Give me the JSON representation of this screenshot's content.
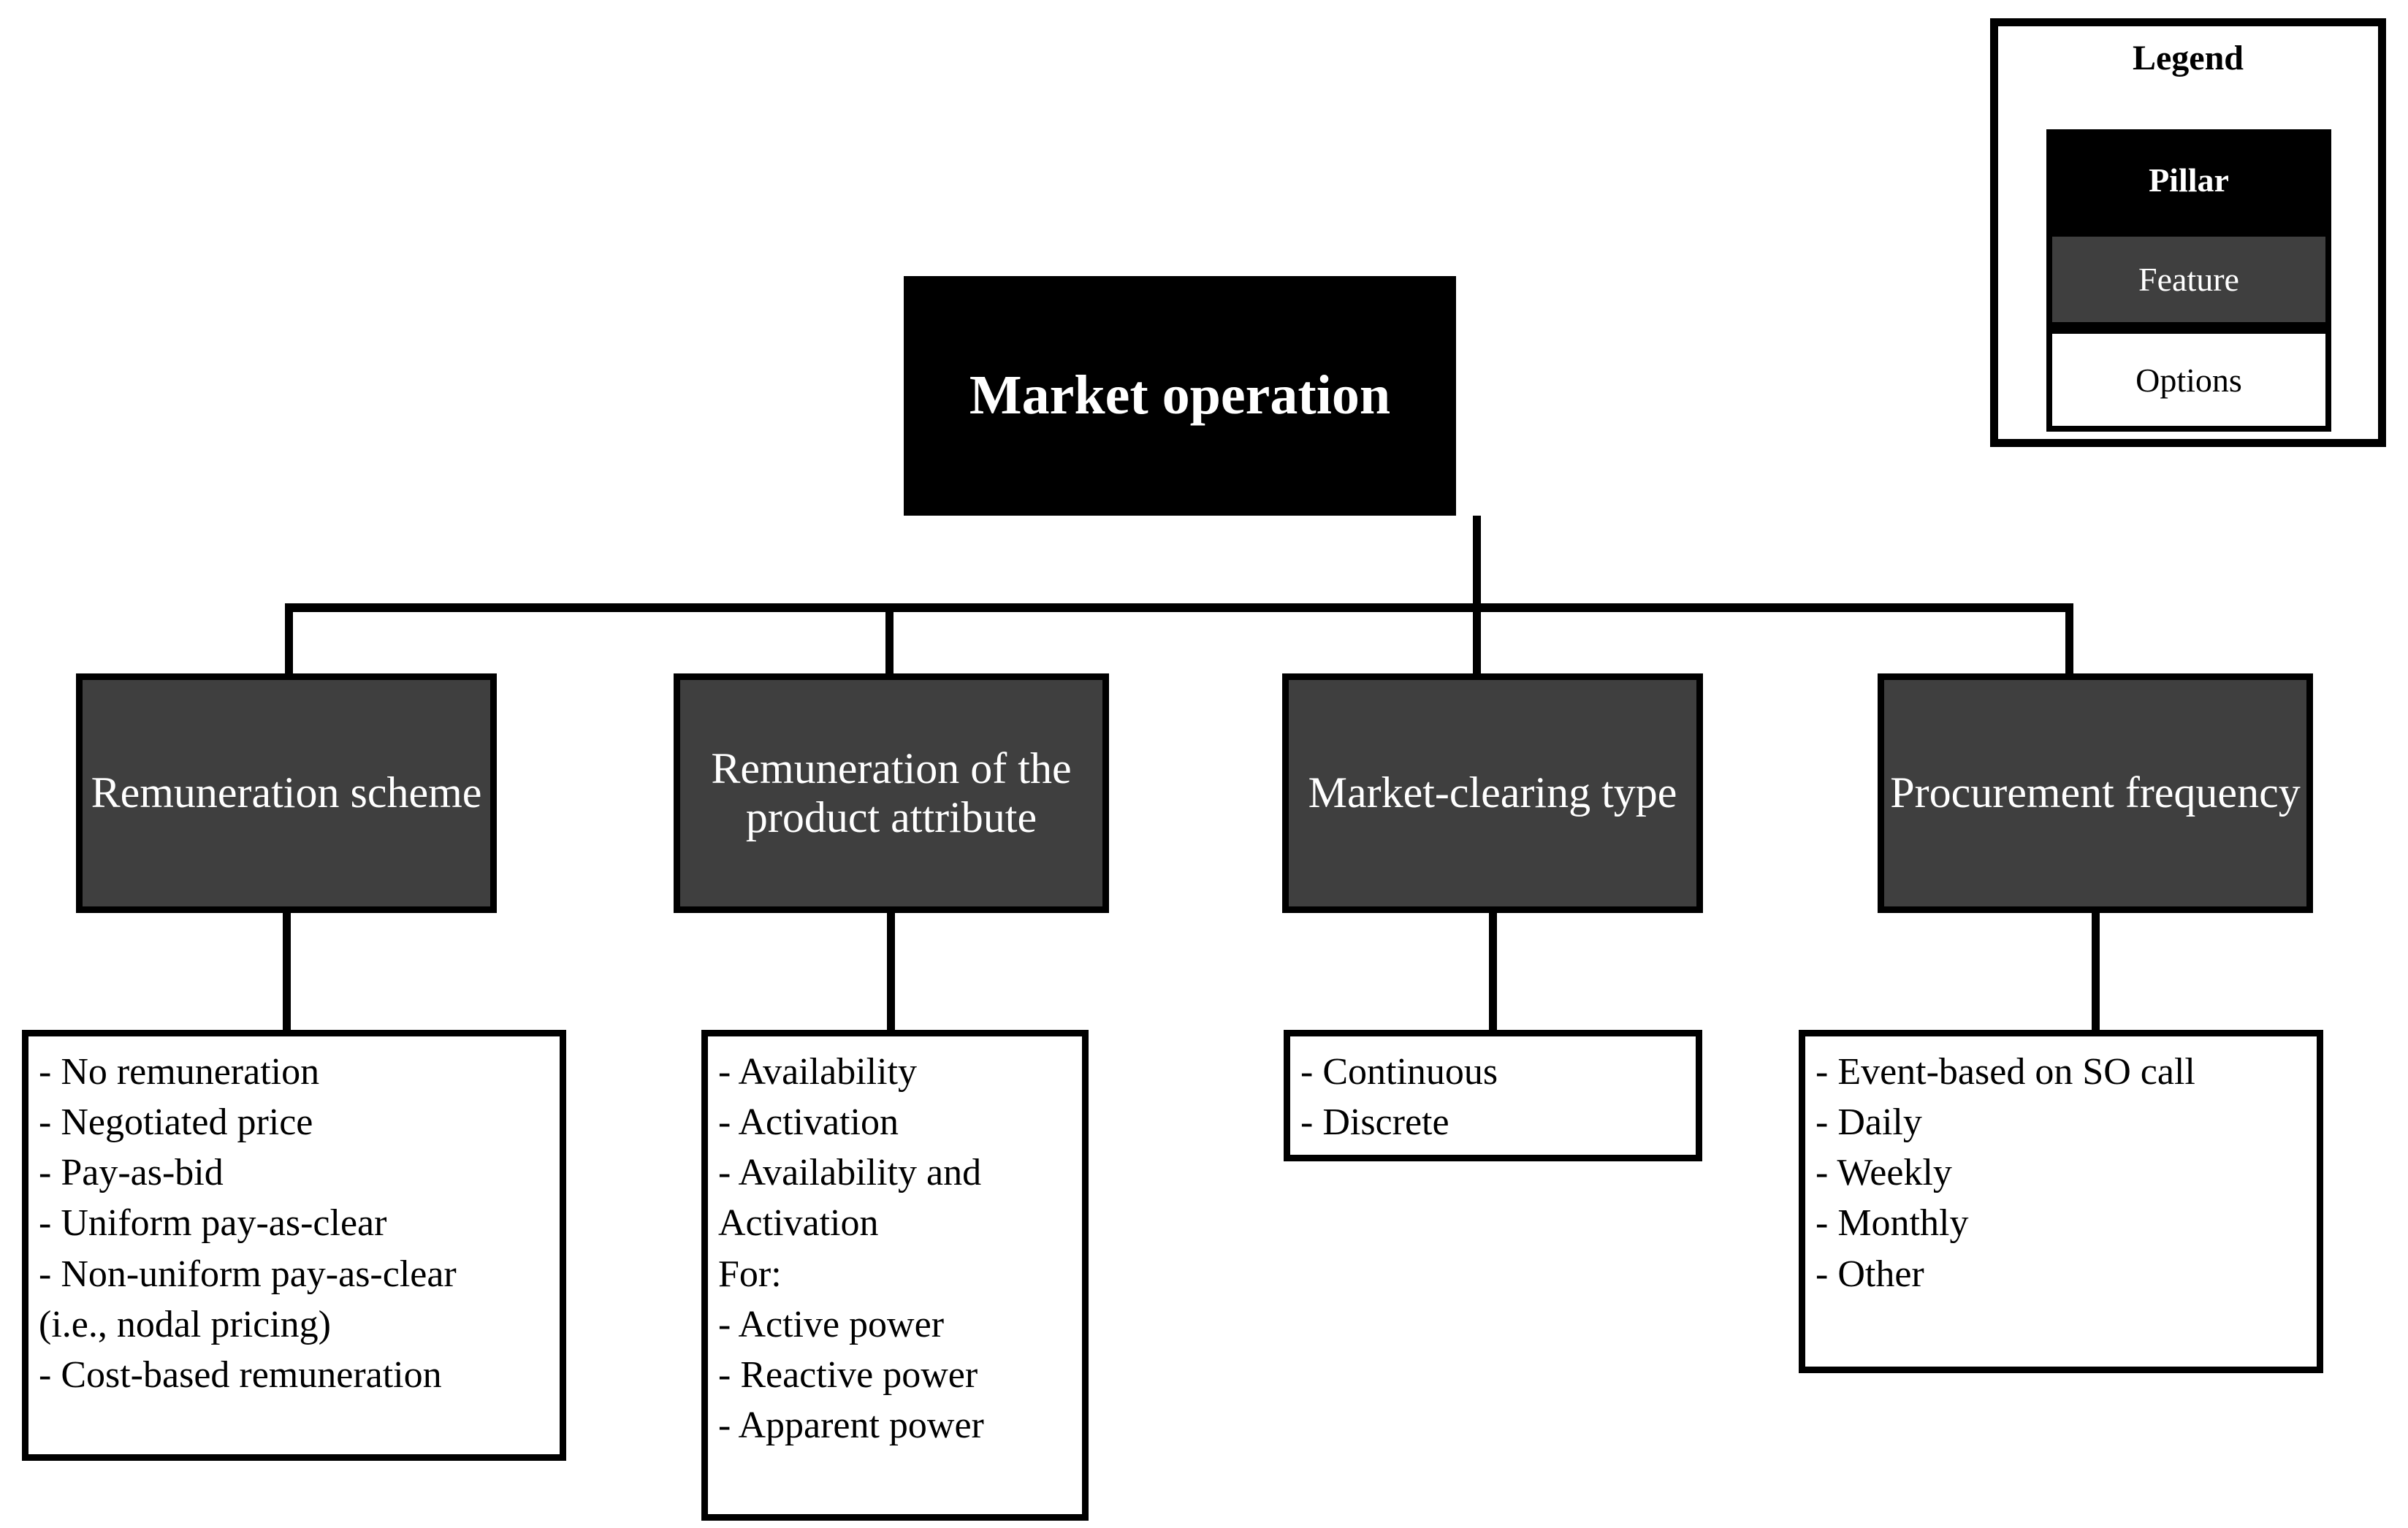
{
  "diagram": {
    "root": {
      "label": "Market operation"
    },
    "features": [
      {
        "label": "Remuneration scheme"
      },
      {
        "label": "Remuneration of the product attribute"
      },
      {
        "label": "Market-clearing type"
      },
      {
        "label": "Procurement frequency"
      }
    ],
    "option_groups": [
      {
        "items": [
          "- No remuneration",
          "- Negotiated price",
          "- Pay-as-bid",
          "- Uniform pay-as-clear",
          "- Non-uniform pay-as-clear",
          "(i.e., nodal pricing)",
          "- Cost-based remuneration"
        ]
      },
      {
        "items": [
          "- Availability",
          "- Activation",
          "- Availability and",
          "Activation",
          "For:",
          "- Active power",
          "- Reactive power",
          "- Apparent power"
        ]
      },
      {
        "items": [
          "- Continuous",
          "- Discrete"
        ]
      },
      {
        "items": [
          "- Event-based on SO call",
          "- Daily",
          "- Weekly",
          "- Monthly",
          "- Other"
        ]
      }
    ]
  },
  "legend": {
    "title": "Legend",
    "pillar_label": "Pillar",
    "feature_label": "Feature",
    "options_label": "Options"
  },
  "colors": {
    "pillar_fill": "#000000",
    "feature_fill": "#3f3f3f",
    "options_fill": "#ffffff",
    "border": "#000000",
    "background": "#ffffff"
  }
}
